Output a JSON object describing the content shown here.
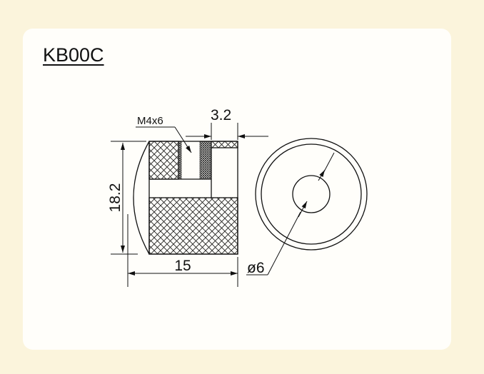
{
  "title": "KB00C",
  "drawing": {
    "thread_label": "M4x6",
    "top_dim": "3.2",
    "height_dim": "18.2",
    "width_dim": "15",
    "diameter_dim": "ø6"
  }
}
